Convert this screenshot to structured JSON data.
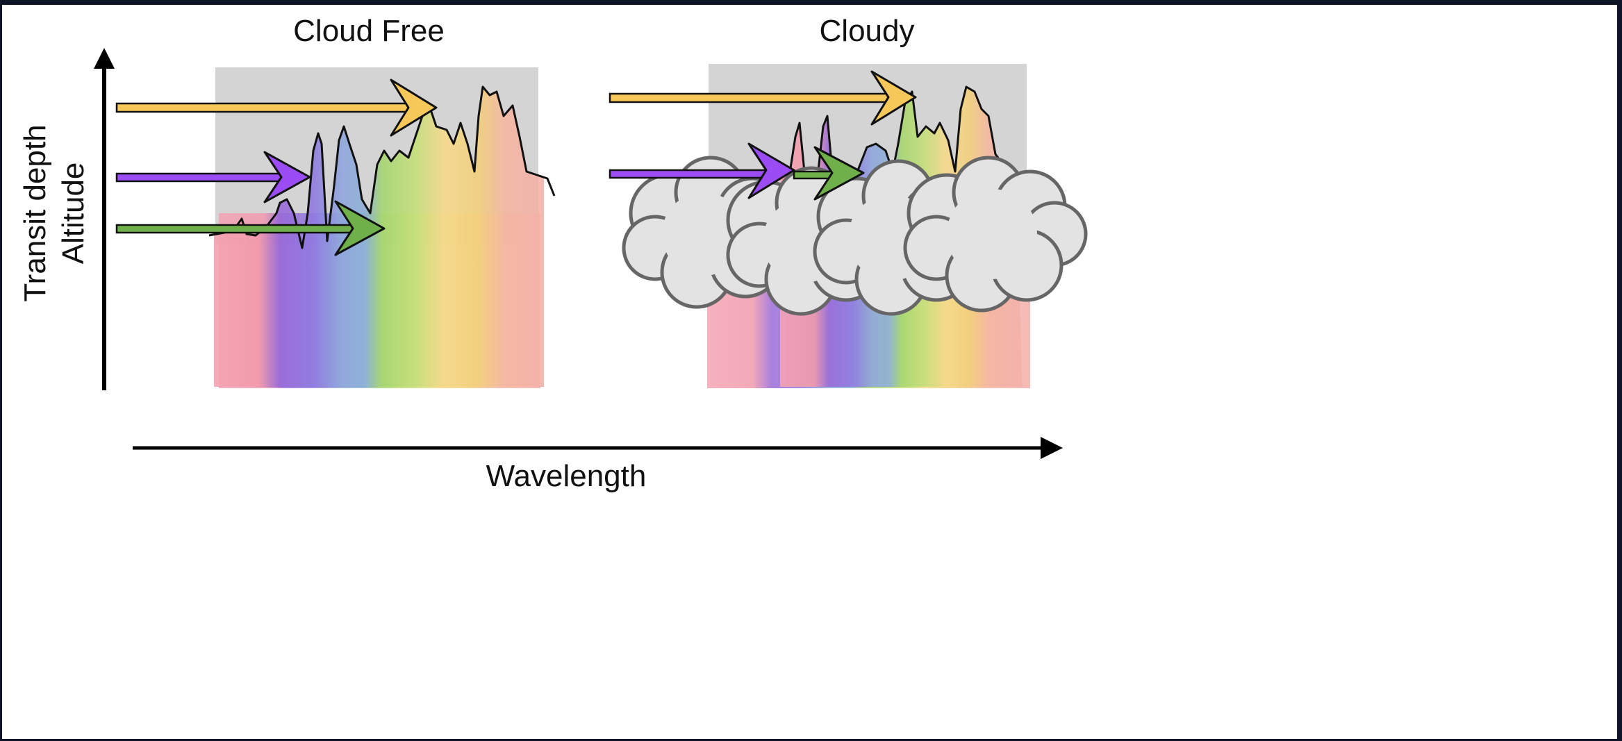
{
  "panels": {
    "left_title": "Cloud Free",
    "right_title": "Cloudy"
  },
  "axes": {
    "y_label_line1": "Transit depth",
    "y_label_line2": "Altitude",
    "x_label": "Wavelength"
  },
  "colors": {
    "background_frame": "#0d1526",
    "spectrum_box": "#d4d4d4",
    "arrow_yellow": "#f6c85a",
    "arrow_purple": "#9b4cf5",
    "arrow_green": "#6fb04b",
    "cloud_fill": "#e3e3e3",
    "cloud_stroke": "#666666"
  }
}
